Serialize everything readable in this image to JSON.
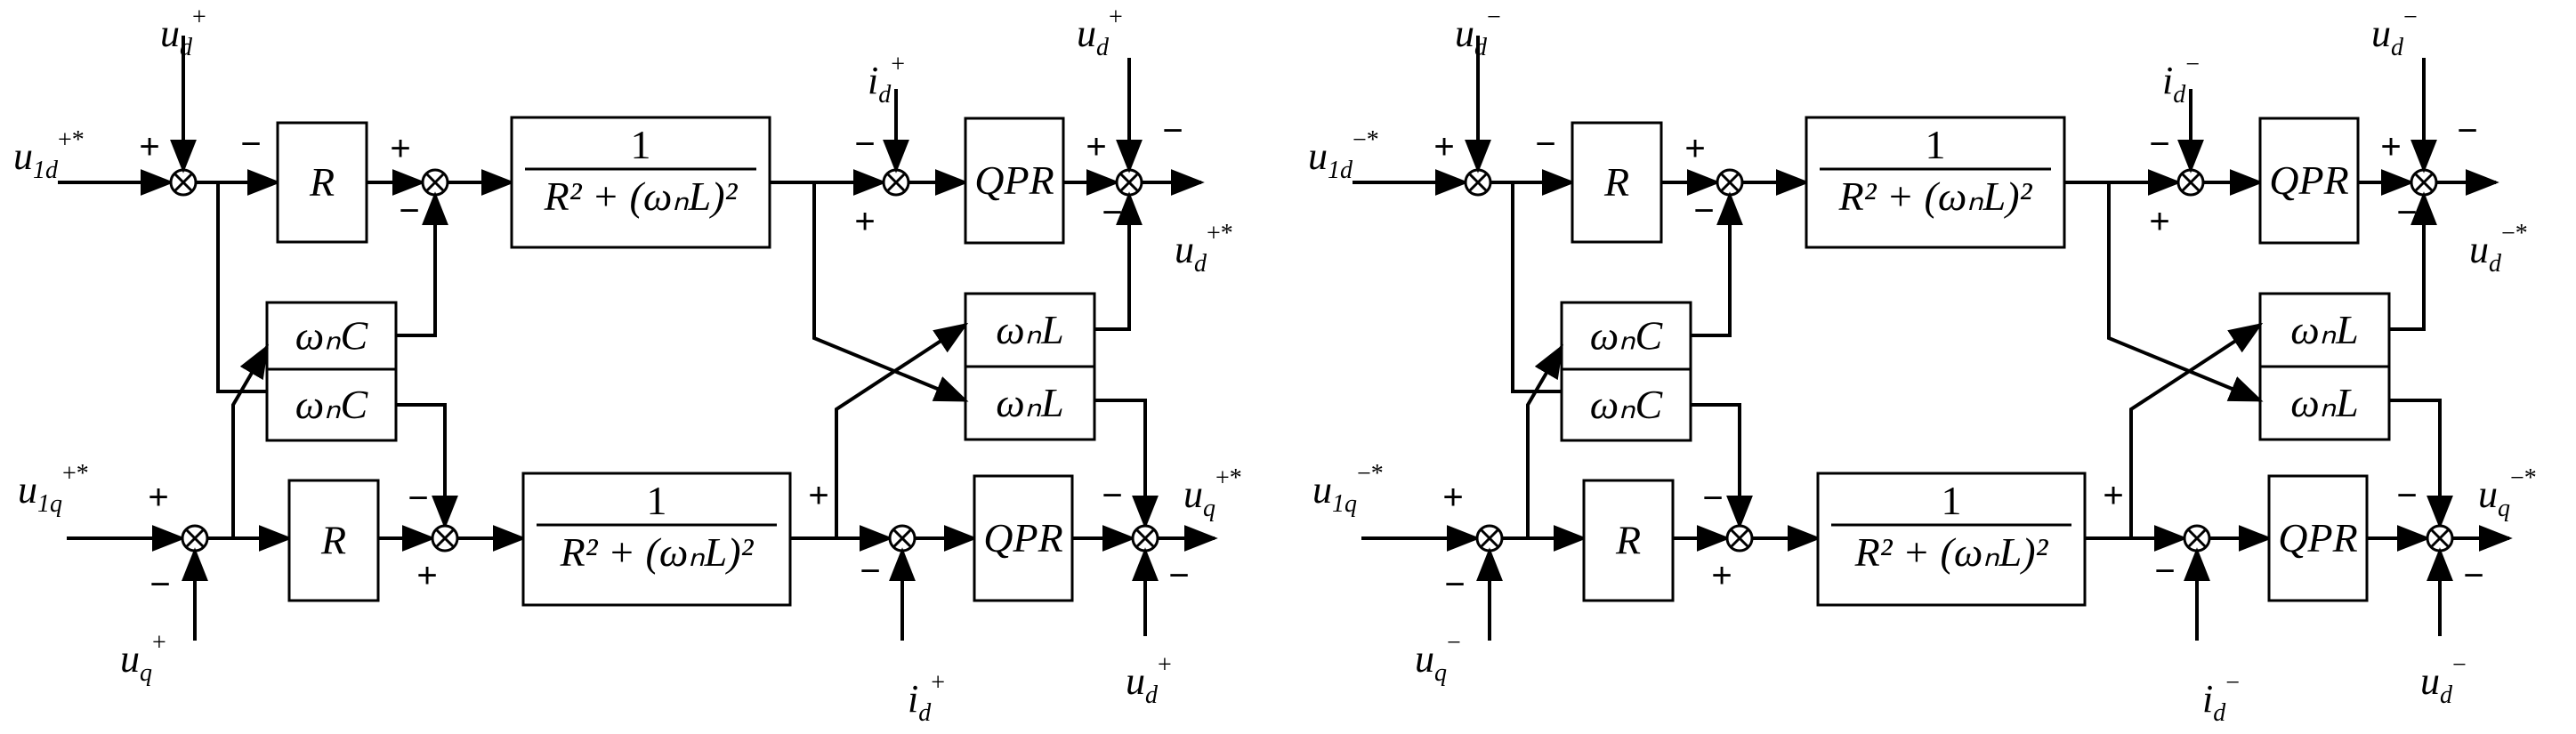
{
  "diagrams": [
    {
      "key": "pos",
      "inputs": {
        "u1d": {
          "base": "u",
          "sub": "1d",
          "sup": "+*"
        },
        "u1q": {
          "base": "u",
          "sub": "1q",
          "sup": "+*"
        },
        "ud_top": {
          "base": "u",
          "sub": "d",
          "sup": "+"
        },
        "uq_bottom": {
          "base": "u",
          "sub": "q",
          "sup": "+"
        },
        "id_top": {
          "base": "i",
          "sub": "d",
          "sup": "+"
        },
        "id_bottom": {
          "base": "i",
          "sub": "d",
          "sup": "+"
        },
        "ud_right_top": {
          "base": "u",
          "sub": "d",
          "sup": "+"
        },
        "ud_right_bottom": {
          "base": "u",
          "sub": "d",
          "sup": "+"
        }
      },
      "outputs": {
        "ud_out": {
          "base": "u",
          "sub": "d",
          "sup": "+*"
        },
        "uq_out": {
          "base": "u",
          "sub": "q",
          "sup": "+*"
        }
      }
    },
    {
      "key": "neg",
      "inputs": {
        "u1d": {
          "base": "u",
          "sub": "1d",
          "sup": "−*"
        },
        "u1q": {
          "base": "u",
          "sub": "1q",
          "sup": "−*"
        },
        "ud_top": {
          "base": "u",
          "sub": "d",
          "sup": "−"
        },
        "uq_bottom": {
          "base": "u",
          "sub": "q",
          "sup": "−"
        },
        "id_top": {
          "base": "i",
          "sub": "d",
          "sup": "−"
        },
        "id_bottom": {
          "base": "i",
          "sub": "d",
          "sup": "−"
        },
        "ud_right_top": {
          "base": "u",
          "sub": "d",
          "sup": "−"
        },
        "ud_right_bottom": {
          "base": "u",
          "sub": "d",
          "sup": "−"
        }
      },
      "outputs": {
        "ud_out": {
          "base": "u",
          "sub": "d",
          "sup": "−*"
        },
        "uq_out": {
          "base": "u",
          "sub": "q",
          "sup": "−*"
        }
      }
    }
  ],
  "blocks": {
    "resistor": "R",
    "controller": "QPR",
    "fraction_numerator": "1",
    "fraction_denominator": "R² + (ωₙL)²",
    "cross_capacitive": "ωₙC",
    "cross_inductive": "ωₙL"
  },
  "signs": {
    "plus": "+",
    "minus": "−"
  }
}
